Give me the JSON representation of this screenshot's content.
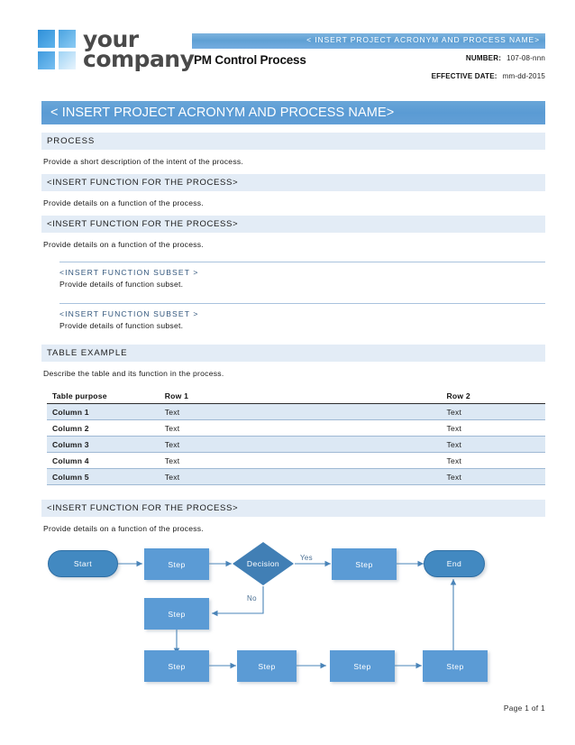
{
  "header": {
    "logo": {
      "line1": "your",
      "line2": "company"
    },
    "strip_text": "< INSERT PROJECT ACRONYM AND PROCESS NAME>",
    "doc_title": "PM Control Process",
    "number_label": "NUMBER:",
    "number_value": "107-08-nnn",
    "effective_label": "EFFECTIVE  DATE:",
    "effective_value": "mm-dd-2015"
  },
  "banner": {
    "title": "< INSERT PROJECT ACRONYM AND PROCESS NAME>"
  },
  "sections": {
    "process_head": "PROCESS",
    "process_text": "Provide a short description of the intent of the process.",
    "function1_head": "<INSERT FUNCTION  FOR THE PROCESS>",
    "function1_text": "Provide details on a function of the process.",
    "function2_head": "<INSERT FUNCTION  FOR THE PROCESS>",
    "function2_text": "Provide details on a function of the process.",
    "subset1_head": "<INSERT FUNCTION SUBSET >",
    "subset1_text": "Provide details of function subset.",
    "subset2_head": "<INSERT FUNCTION  SUBSET >",
    "subset2_text": "Provide details of function subset.",
    "table_head": "TABLE EXAMPLE",
    "table_text": "Describe the table and its function in the process.",
    "function3_head": "<INSERT FUNCTION  FOR THE PROCESS>",
    "function3_text": "Provide details on a function of the process."
  },
  "table": {
    "columns": [
      "Table purpose",
      "Row 1",
      "Row 2"
    ],
    "rows": [
      [
        "Column 1",
        "Text",
        "Text"
      ],
      [
        "Column 2",
        "Text",
        "Text"
      ],
      [
        "Column 3",
        "Text",
        "Text"
      ],
      [
        "Column 4",
        "Text",
        "Text"
      ],
      [
        "Column 5",
        "Text",
        "Text"
      ]
    ]
  },
  "flowchart": {
    "nodes": {
      "start": "Start",
      "step1": "Step",
      "decision": "Decision",
      "step2": "Step",
      "end": "End",
      "step3": "Step",
      "step4": "Step",
      "step5": "Step",
      "step6": "Step",
      "step7": "Step"
    },
    "labels": {
      "yes": "Yes",
      "no": "No"
    },
    "colors": {
      "rect_fill": "#5b9bd5",
      "oval_fill": "#4289c1",
      "diamond_fill": "#417fb5",
      "connector": "#4a84b8"
    }
  },
  "footer": {
    "page": "Page 1 of 1"
  }
}
